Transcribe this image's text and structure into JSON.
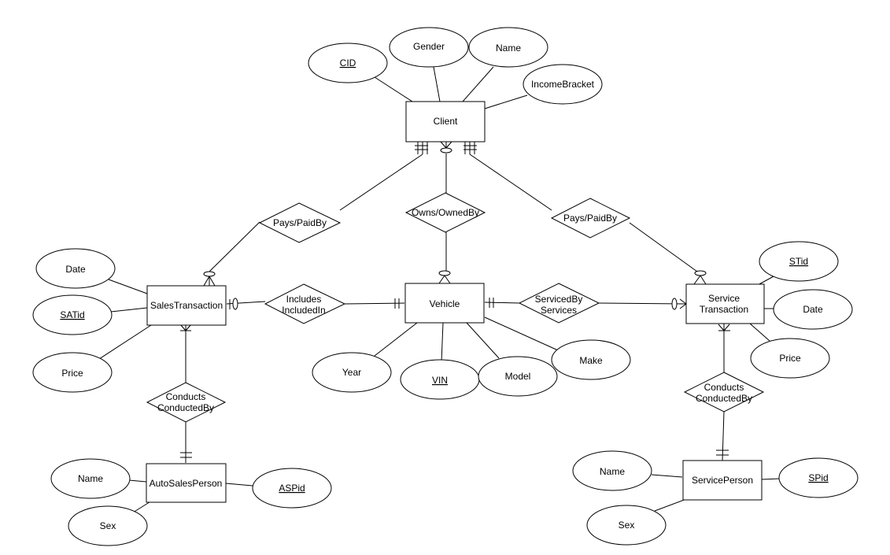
{
  "entities": {
    "client": "Client",
    "sales_transaction": "SalesTransaction",
    "vehicle": "Vehicle",
    "service_transaction": [
      "Service",
      "Transaction"
    ],
    "auto_sales_person": "AutoSalesPerson",
    "service_person": "ServicePerson"
  },
  "attributes": {
    "client": {
      "cid": "CID",
      "gender": "Gender",
      "name": "Name",
      "income_bracket": "IncomeBracket"
    },
    "sales_transaction": {
      "date": "Date",
      "satid": "SATid",
      "price": "Price"
    },
    "vehicle": {
      "year": "Year",
      "vin": "VIN",
      "model": "Model",
      "make": "Make"
    },
    "service_transaction": {
      "stid": "STid",
      "date": "Date",
      "price": "Price"
    },
    "auto_sales_person": {
      "name": "Name",
      "sex": "Sex",
      "aspid": "ASPid"
    },
    "service_person": {
      "name": "Name",
      "sex": "Sex",
      "spid": "SPid"
    }
  },
  "relationships": {
    "pays_left": "Pays/PaidBy",
    "owns": "Owns/OwnedBy",
    "pays_right": "Pays/PaidBy",
    "includes": [
      "Includes",
      "IncludedIn"
    ],
    "serviced_by": [
      "ServicedBy",
      "Services"
    ],
    "conducts_left": [
      "Conducts",
      "ConductedBy"
    ],
    "conducts_right": [
      "Conducts",
      "ConductedBy"
    ]
  }
}
